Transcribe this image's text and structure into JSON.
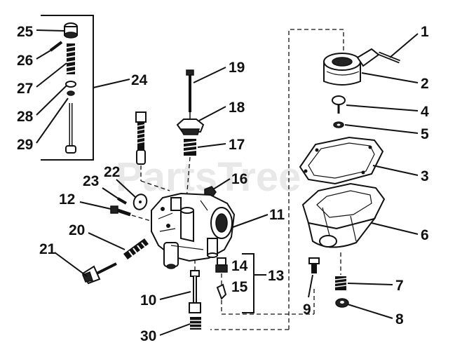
{
  "watermark": "PartsTree",
  "callouts": [
    {
      "id": "1",
      "label": "1"
    },
    {
      "id": "2",
      "label": "2"
    },
    {
      "id": "3",
      "label": "3"
    },
    {
      "id": "4",
      "label": "4"
    },
    {
      "id": "5",
      "label": "5"
    },
    {
      "id": "6",
      "label": "6"
    },
    {
      "id": "7",
      "label": "7"
    },
    {
      "id": "8",
      "label": "8"
    },
    {
      "id": "9",
      "label": "9"
    },
    {
      "id": "10",
      "label": "10"
    },
    {
      "id": "11",
      "label": "11"
    },
    {
      "id": "12",
      "label": "12"
    },
    {
      "id": "13",
      "label": "13"
    },
    {
      "id": "14",
      "label": "14"
    },
    {
      "id": "15",
      "label": "15"
    },
    {
      "id": "16",
      "label": "16"
    },
    {
      "id": "17",
      "label": "17"
    },
    {
      "id": "18",
      "label": "18"
    },
    {
      "id": "19",
      "label": "19"
    },
    {
      "id": "20",
      "label": "20"
    },
    {
      "id": "21",
      "label": "21"
    },
    {
      "id": "22",
      "label": "22"
    },
    {
      "id": "23",
      "label": "23"
    },
    {
      "id": "24",
      "label": "24"
    },
    {
      "id": "25",
      "label": "25"
    },
    {
      "id": "26",
      "label": "26"
    },
    {
      "id": "27",
      "label": "27"
    },
    {
      "id": "28",
      "label": "28"
    },
    {
      "id": "29",
      "label": "29"
    },
    {
      "id": "30",
      "label": "30"
    }
  ]
}
